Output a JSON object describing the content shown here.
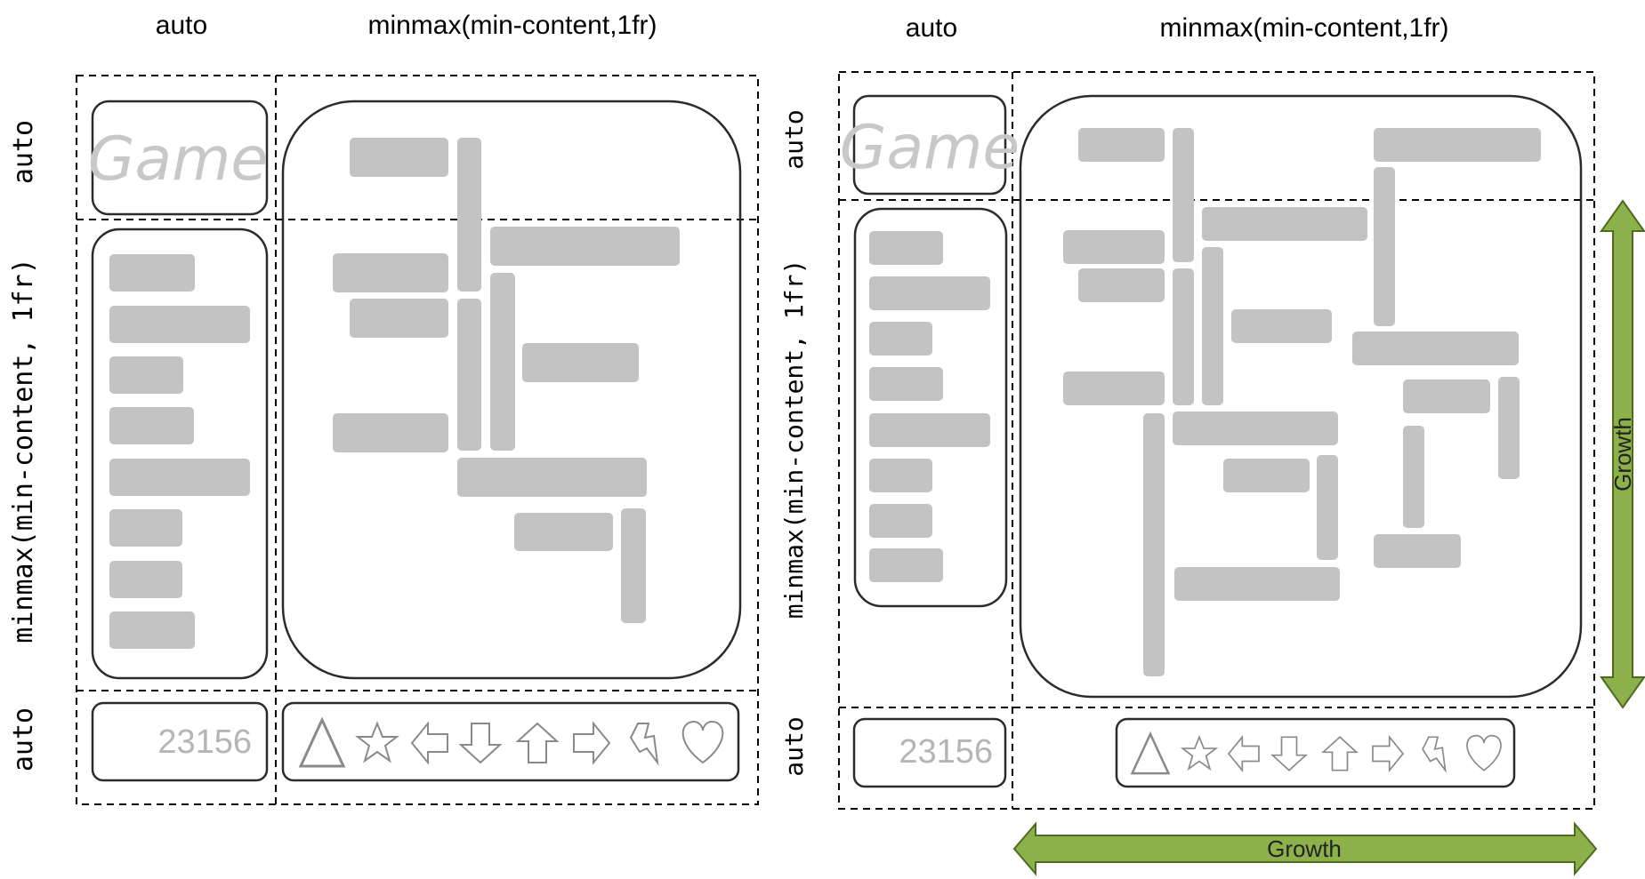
{
  "left_diagram": {
    "col_headers": [
      "auto",
      "minmax(min-content,1fr)"
    ],
    "row_headers": [
      "auto",
      "minmax(min-content, 1fr)",
      "auto"
    ],
    "title_text": "Game",
    "score_text": "23156"
  },
  "right_diagram": {
    "col_headers": [
      "auto",
      "minmax(min-content,1fr)"
    ],
    "row_headers": [
      "auto",
      "minmax(min-content, 1fr)",
      "auto"
    ],
    "title_text": "Game",
    "score_text": "23156",
    "growth_horizontal_label": "Growth",
    "growth_vertical_label": "Growth"
  },
  "colors": {
    "block": "#c3c3c3",
    "outline": "#2b2b2b",
    "icon": "#8a8a8a",
    "arrow_fill": "#8db14a",
    "arrow_stroke": "#4d6b1e"
  },
  "controls_icons": [
    "triangle-icon",
    "star-icon",
    "arrow-left-icon",
    "arrow-down-icon",
    "arrow-up-icon",
    "arrow-right-icon",
    "lightning-icon",
    "heart-icon"
  ]
}
